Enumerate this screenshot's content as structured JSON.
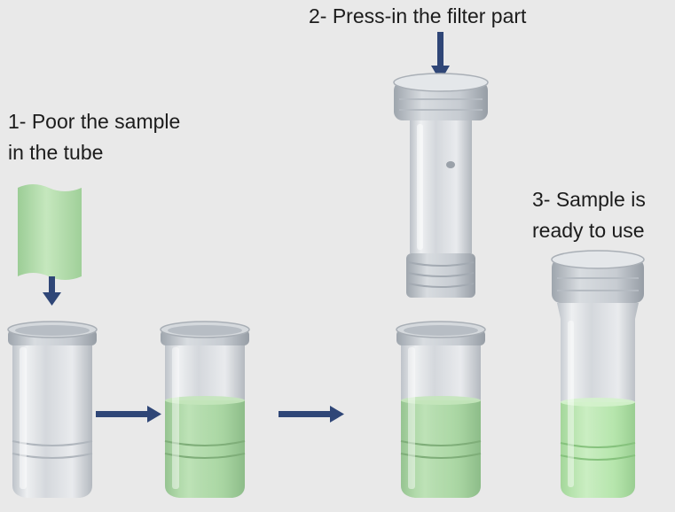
{
  "steps": [
    {
      "number": "1",
      "lines": [
        "1- Poor the sample",
        "in the tube"
      ]
    },
    {
      "number": "2",
      "lines": [
        "2- Press-in the filter part"
      ]
    },
    {
      "number": "3",
      "lines": [
        "3- Sample is",
        "ready to use"
      ]
    }
  ],
  "colors": {
    "background": "#e9e9e9",
    "arrow": "#2f4677",
    "sample": "#9dd494",
    "tube_glass": "#c9ced4"
  }
}
